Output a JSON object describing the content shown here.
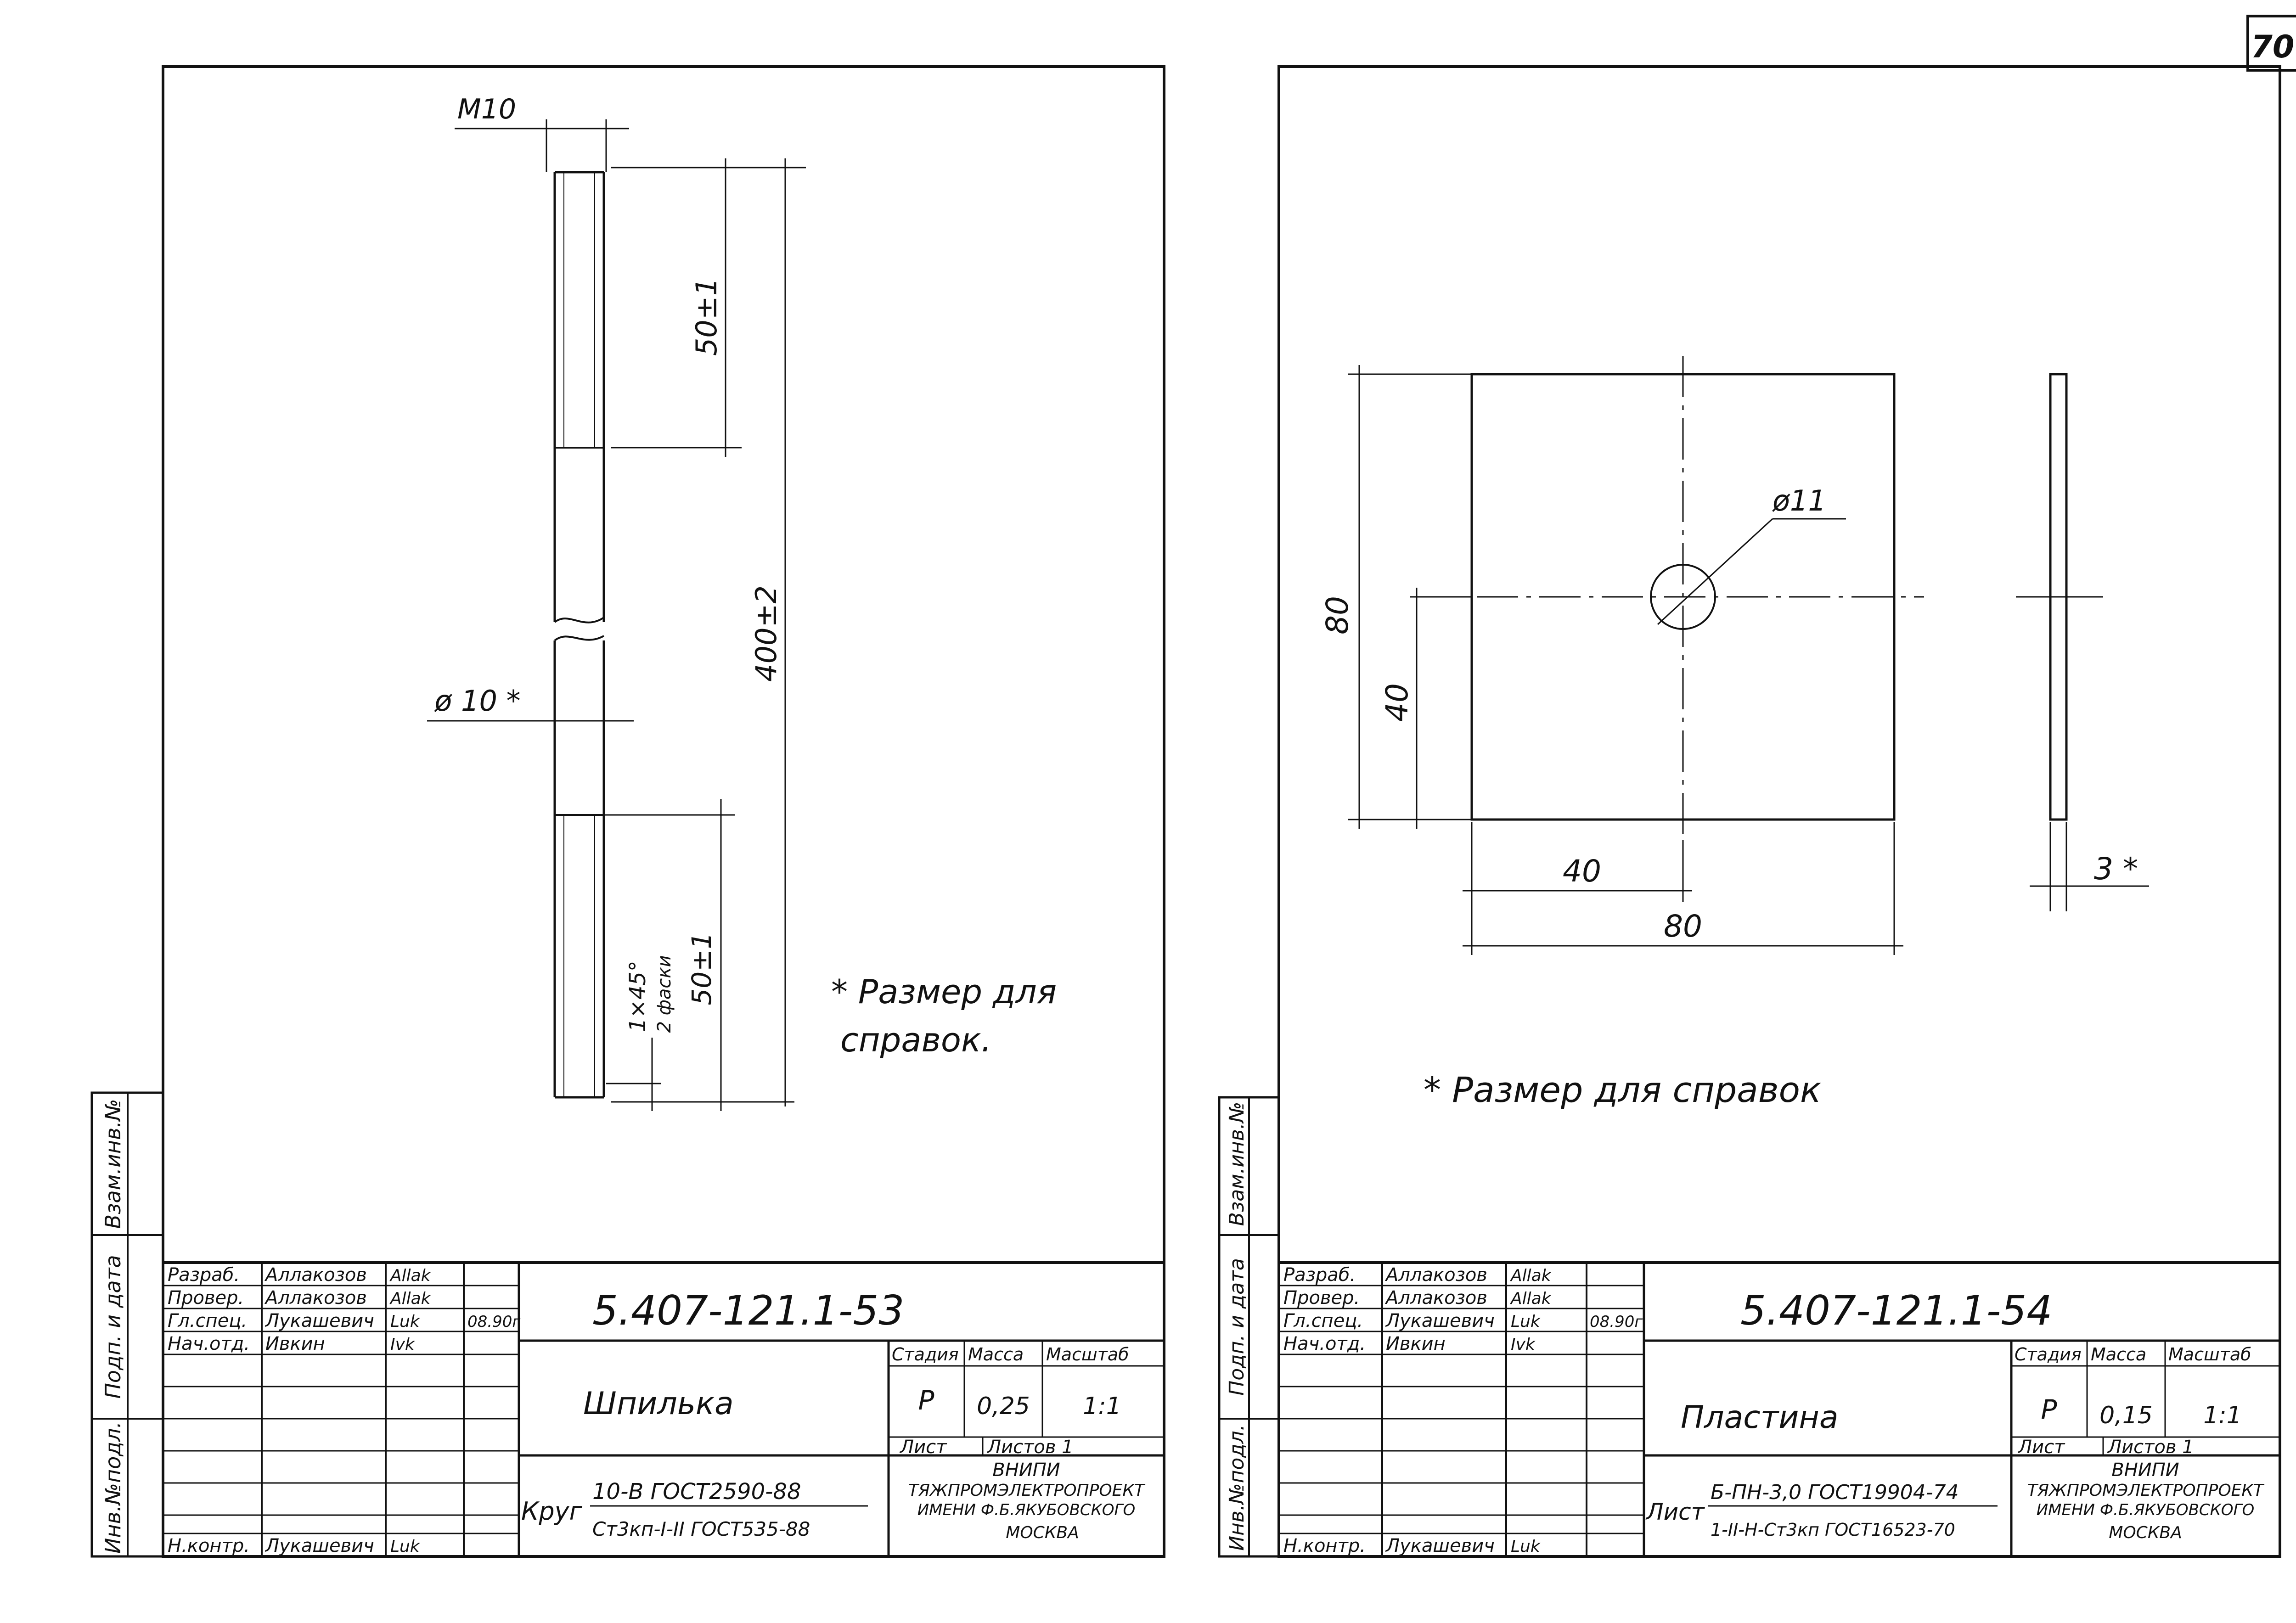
{
  "page_number": "70",
  "left_sheet": {
    "dims": {
      "thread": "M10",
      "diameter": "ø 10 *",
      "top_thread_len": "50±1",
      "total_len": "400±2",
      "chamfer": "1×45°",
      "chamfer_note": "2 фаски",
      "bottom_thread_len": "50±1"
    },
    "note_line1": "* Размер для",
    "note_line2": "справок.",
    "side_labels": [
      "Взам.инв.№",
      "Подп. и дата",
      "Инв.№подл."
    ],
    "signers": [
      {
        "role": "Разраб.",
        "name": "Аллакозов",
        "sig": "Allak",
        "date": ""
      },
      {
        "role": "Провер.",
        "name": "Аллакозов",
        "sig": "Allak",
        "date": ""
      },
      {
        "role": "Гл.спец.",
        "name": "Лукашевич",
        "sig": "Luk",
        "date": "08.90г"
      },
      {
        "role": "Нач.отд.",
        "name": "Ивкин",
        "sig": "Ivk",
        "date": ""
      },
      {
        "role": "Н.контр.",
        "name": "Лукашевич",
        "sig": "Luk",
        "date": ""
      }
    ],
    "doc_code": "5.407-121.1-53",
    "title": "Шпилька",
    "col_stage": "Стадия",
    "col_mass": "Масса",
    "col_scale": "Масштаб",
    "stage": "Р",
    "mass": "0,25",
    "scale": "1:1",
    "sheet_label": "Лист",
    "sheets_label": "Листов 1",
    "material_prefix": "Круг",
    "material_top": "10-В ГОСТ2590-88",
    "material_bottom": "Ст3кп-I-II ГОСТ535-88",
    "org1": "ВНИПИ",
    "org2": "ТЯЖПРОМЭЛЕКТРОПРОЕКТ",
    "org3": "ИМЕНИ Ф.Б.ЯКУБОВСКОГО",
    "org4": "МОСКВА"
  },
  "right_sheet": {
    "dims": {
      "hole": "ø11",
      "height_total": "80",
      "height_half": "40",
      "width_half": "40",
      "width_total": "80",
      "thickness": "3 *"
    },
    "note": "* Размер для справок",
    "side_labels": [
      "Взам.инв.№",
      "Подп. и дата",
      "Инв.№подл."
    ],
    "signers": [
      {
        "role": "Разраб.",
        "name": "Аллакозов",
        "sig": "Allak",
        "date": ""
      },
      {
        "role": "Провер.",
        "name": "Аллакозов",
        "sig": "Allak",
        "date": ""
      },
      {
        "role": "Гл.спец.",
        "name": "Лукашевич",
        "sig": "Luk",
        "date": "08.90г"
      },
      {
        "role": "Нач.отд.",
        "name": "Ивкин",
        "sig": "Ivk",
        "date": ""
      },
      {
        "role": "Н.контр.",
        "name": "Лукашевич",
        "sig": "Luk",
        "date": ""
      }
    ],
    "doc_code": "5.407-121.1-54",
    "title": "Пластина",
    "col_stage": "Стадия",
    "col_mass": "Масса",
    "col_scale": "Масштаб",
    "stage": "Р",
    "mass": "0,15",
    "scale": "1:1",
    "sheet_label": "Лист",
    "sheets_label": "Листов 1",
    "material_prefix": "Лист",
    "material_top": "Б-ПН-3,0 ГОСТ19904-74",
    "material_bottom": "1-II-Н-Ст3кп ГОСТ16523-70",
    "org1": "ВНИПИ",
    "org2": "ТЯЖПРОМЭЛЕКТРОПРОЕКТ",
    "org3": "ИМЕНИ Ф.Б.ЯКУБОВСКОГО",
    "org4": "МОСКВА"
  }
}
